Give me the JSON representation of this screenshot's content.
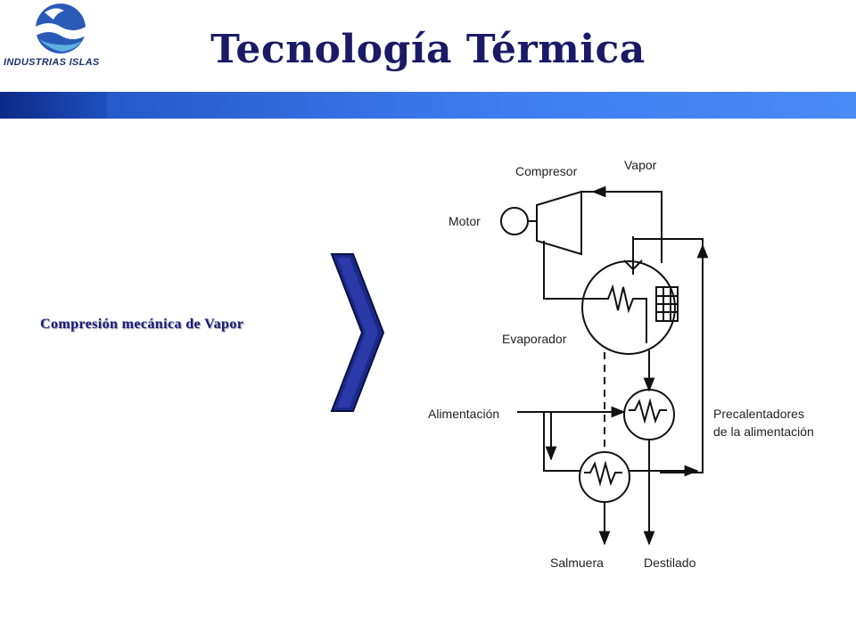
{
  "header": {
    "title": "Tecnología Térmica",
    "logo_text": "INDUSTRIAS ISLAS"
  },
  "content": {
    "label": "Compresión mecánica de Vapor"
  },
  "diagram": {
    "labels": {
      "compresor": "Compresor",
      "vapor": "Vapor",
      "motor": "Motor",
      "evaporador": "Evaporador",
      "alimentacion": "Alimentación",
      "precalentadores_1": "Precalentadores",
      "precalentadores_2": "de la alimentación",
      "salmuera": "Salmuera",
      "destilado": "Destilado"
    }
  },
  "colors": {
    "title": "#1a1a66",
    "band": "#3f7ef0",
    "chevron": "#1a2a8a"
  }
}
